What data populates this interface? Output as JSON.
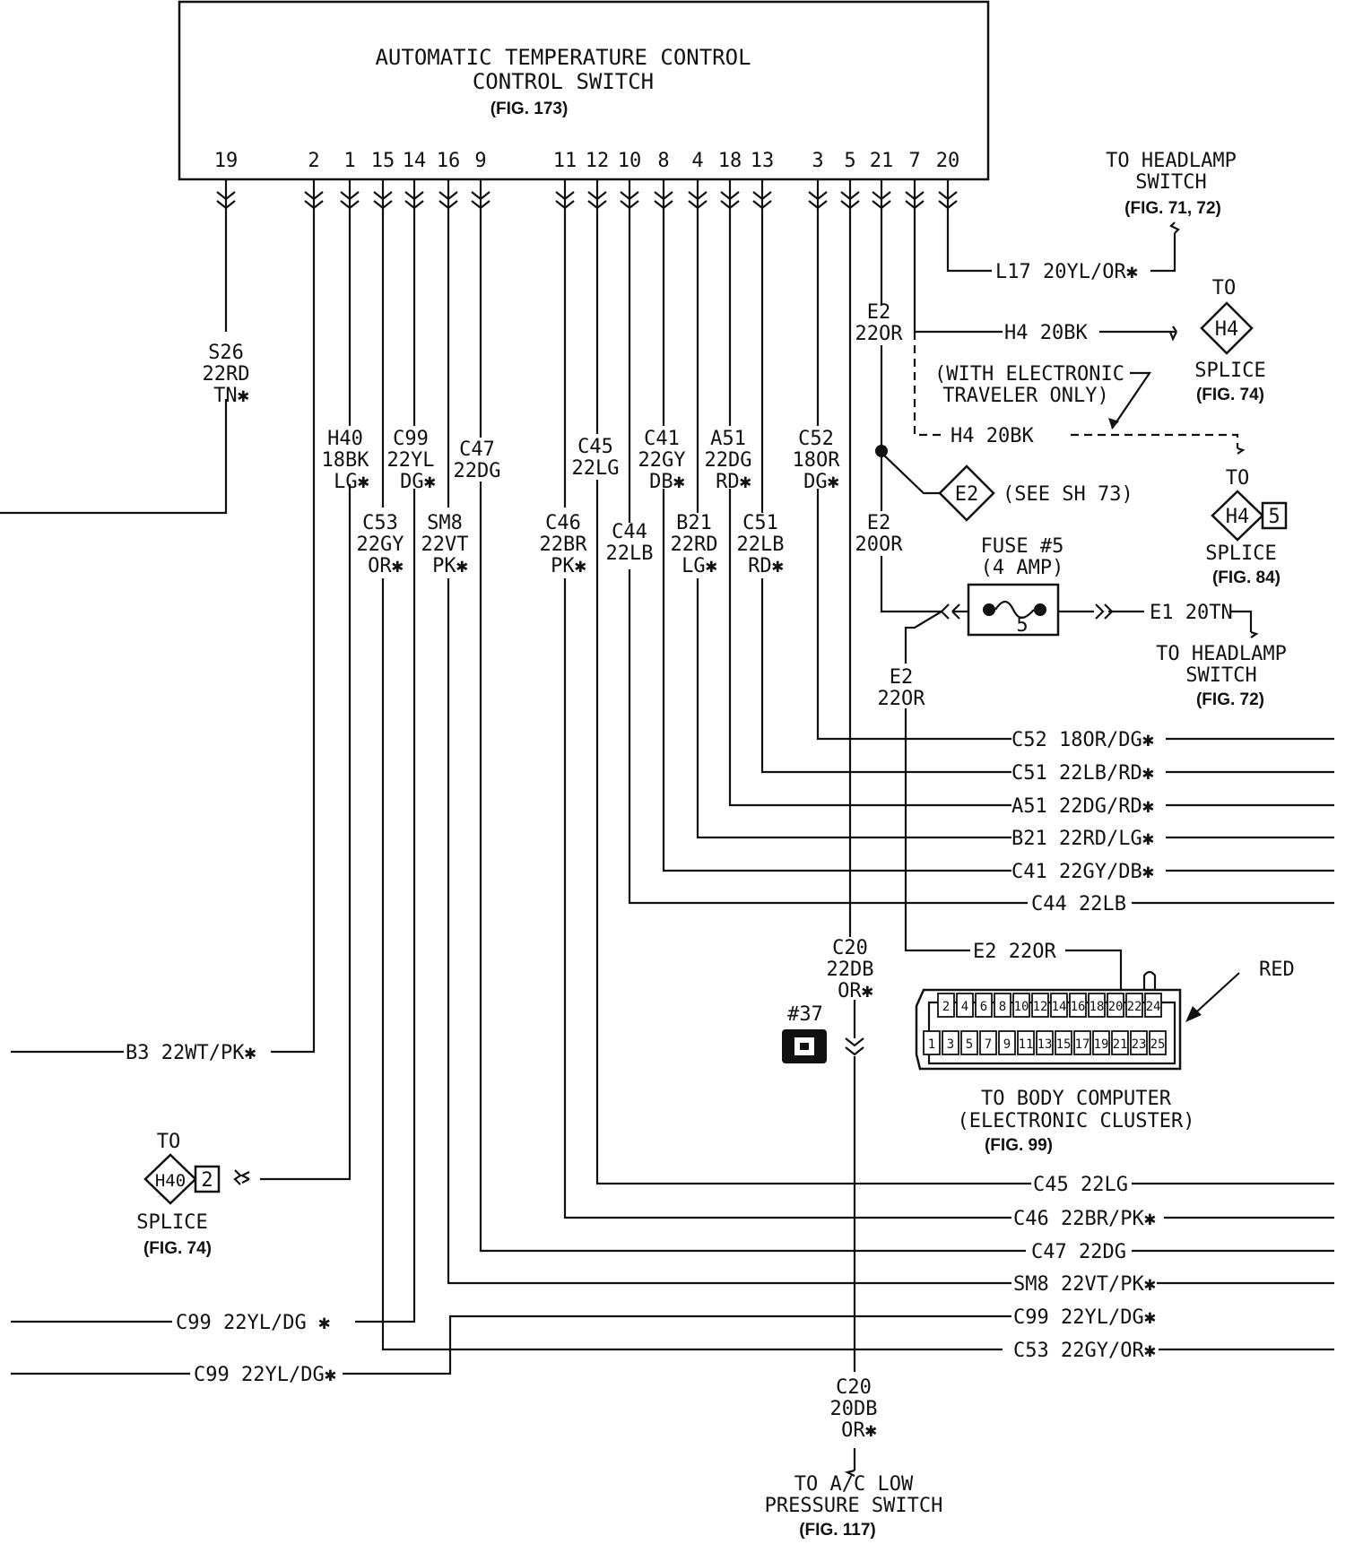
{
  "module": {
    "title_line1": "AUTOMATIC TEMPERATURE CONTROL",
    "title_line2": "CONTROL SWITCH",
    "fig": "(FIG. 173)",
    "pins": [
      "19",
      "2",
      "1",
      "15",
      "14",
      "16",
      "9",
      "11",
      "12",
      "10",
      "8",
      "4",
      "18",
      "13",
      "3",
      "5",
      "21",
      "7",
      "20"
    ]
  },
  "vertical_labels": {
    "s26": [
      "S26",
      "22RD",
      "TN✱"
    ],
    "h40": [
      "H40",
      "18BK",
      "LG✱"
    ],
    "c99": [
      "C99",
      "22YL",
      "DG✱"
    ],
    "c47": [
      "C47",
      "22DG"
    ],
    "c53": [
      "C53",
      "22GY",
      "OR✱"
    ],
    "sm8": [
      "SM8",
      "22VT",
      "PK✱"
    ],
    "c45": [
      "C45",
      "22LG"
    ],
    "c41": [
      "C41",
      "22GY",
      "DB✱"
    ],
    "a51": [
      "A51",
      "22DG",
      "RD✱"
    ],
    "c52": [
      "C52",
      "18OR",
      "DG✱"
    ],
    "c46": [
      "C46",
      "22BR",
      "PK✱"
    ],
    "c44": [
      "C44",
      "22LB"
    ],
    "b21": [
      "B21",
      "22RD",
      "LG✱"
    ],
    "c51": [
      "C51",
      "22LB",
      "RD✱"
    ],
    "e2a": [
      "E2",
      "22OR"
    ],
    "e2b": [
      "E2",
      "20OR"
    ],
    "e2c": [
      "E2",
      "22OR"
    ],
    "c20a": [
      "C20",
      "22DB",
      "OR✱"
    ],
    "c20b": [
      "C20",
      "20DB",
      "OR✱"
    ]
  },
  "right_wires": {
    "l17": "L17  20YL/OR✱",
    "h4": "H4  20BK",
    "h4b": "H4  20BK",
    "e1": "E1  20TN",
    "c52": "C52  18OR/DG✱",
    "c51": "C51  22LB/RD✱",
    "a51": "A51  22DG/RD✱",
    "b21": "B21  22RD/LG✱",
    "c41": "C41  22GY/DB✱",
    "c44": "C44  22LB",
    "e2": "E2  22OR",
    "c45": "C45  22LG",
    "c46": "C46  22BR/PK✱",
    "c47": "C47  22DG",
    "sm8": "SM8  22VT/PK✱",
    "c99": "C99  22YL/DG✱",
    "c53": "C53  22GY/OR✱"
  },
  "left_wires": {
    "b3": "B3  22WT/PK✱",
    "c99a": "C99  22YL/DG ✱",
    "c99b": "C99  22YL/DG✱"
  },
  "refs": {
    "to_headlamp_1": [
      "TO HEADLAMP",
      "SWITCH"
    ],
    "to_headlamp_1_fig": "(FIG. 71, 72)",
    "h4_to": "TO",
    "h4_id": "H4",
    "h4_splice": "SPLICE",
    "h4_fig": "(FIG. 74)",
    "elec_traveler": [
      "(WITH ELECTRONIC",
      "TRAVELER ONLY)"
    ],
    "h4b_to": "TO",
    "h4b_id": "H4",
    "h4b_num": "5",
    "h4b_splice": "SPLICE",
    "h4b_fig": "(FIG. 84)",
    "e2_id": "E2",
    "e2_see": "(SEE SH 73)",
    "fuse": [
      "FUSE #5",
      "(4 AMP)"
    ],
    "fuse_num": "5",
    "to_headlamp_2": [
      "TO HEADLAMP",
      "SWITCH"
    ],
    "to_headlamp_2_fig": "(FIG. 72)",
    "h40_to": "TO",
    "h40_id": "H40",
    "h40_num": "2",
    "h40_splice": "SPLICE",
    "h40_fig": "(FIG. 74)",
    "ground": "#37",
    "red": "RED",
    "body_computer": [
      "TO BODY COMPUTER",
      "(ELECTRONIC CLUSTER)"
    ],
    "body_computer_fig": "(FIG. 99)",
    "to_ac": [
      "TO A/C LOW",
      "PRESSURE SWITCH"
    ],
    "to_ac_fig": "(FIG. 117)"
  },
  "connector": {
    "top_pins": [
      "2",
      "4",
      "6",
      "8",
      "10",
      "12",
      "14",
      "16",
      "18",
      "20",
      "22",
      "24"
    ],
    "bottom_pins": [
      "1",
      "3",
      "5",
      "7",
      "9",
      "11",
      "13",
      "15",
      "17",
      "19",
      "21",
      "23",
      "25"
    ]
  }
}
